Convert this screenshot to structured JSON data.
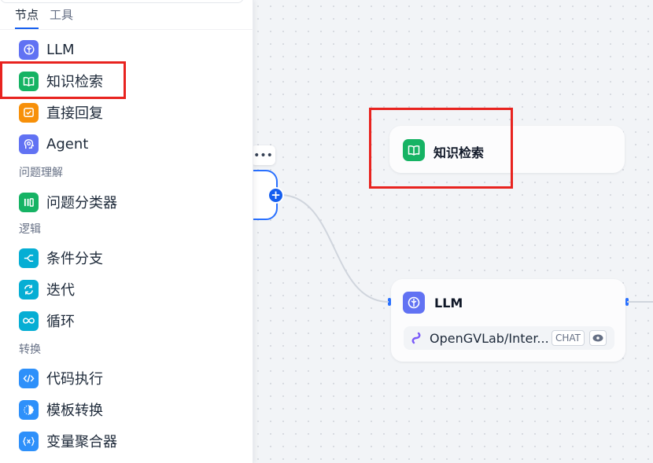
{
  "panel": {
    "tabs": [
      {
        "label": "节点"
      },
      {
        "label": "工具"
      }
    ],
    "items": [
      {
        "label": "LLM",
        "icon": "llm-icon"
      },
      {
        "label": "知识检索",
        "icon": "book-icon"
      },
      {
        "label": "直接回复",
        "icon": "reply-icon"
      },
      {
        "label": "Agent",
        "icon": "agent-icon"
      }
    ],
    "sections": [
      {
        "title": "问题理解",
        "items": [
          {
            "label": "问题分类器",
            "icon": "classifier-icon"
          }
        ]
      },
      {
        "title": "逻辑",
        "items": [
          {
            "label": "条件分支",
            "icon": "branch-icon"
          },
          {
            "label": "迭代",
            "icon": "iteration-icon"
          },
          {
            "label": "循环",
            "icon": "loop-icon"
          }
        ]
      },
      {
        "title": "转换",
        "items": [
          {
            "label": "代码执行",
            "icon": "code-icon"
          },
          {
            "label": "模板转换",
            "icon": "template-icon"
          },
          {
            "label": "变量聚合器",
            "icon": "variable-icon"
          }
        ]
      }
    ]
  },
  "canvas": {
    "knowledge_node": {
      "title": "知识检索",
      "icon": "book-icon"
    },
    "llm_node": {
      "title": "LLM",
      "icon": "llm-icon",
      "model": "OpenGVLab/Inter...",
      "mode_badge": "CHAT"
    },
    "more_label": "•••",
    "add_label": "+"
  },
  "colors": {
    "accent": "#155eef",
    "highlight": "#e8231f",
    "green": "#16b364",
    "indigo": "#6172f3",
    "orange": "#f79009",
    "teal": "#06aed4",
    "blue": "#2e90fa"
  }
}
